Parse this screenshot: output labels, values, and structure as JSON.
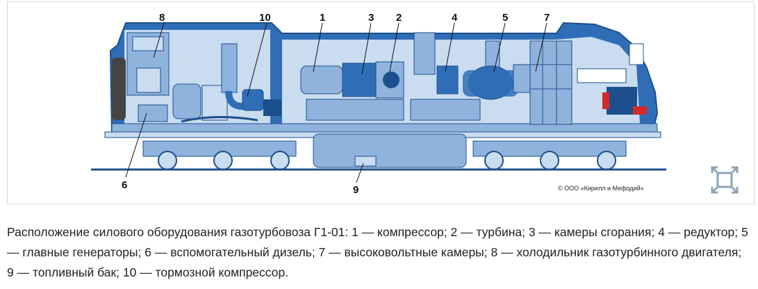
{
  "figure": {
    "callouts": [
      "8",
      "10",
      "1",
      "3",
      "2",
      "4",
      "5",
      "7",
      "6",
      "9"
    ],
    "copyright": "© ООО «Кирилл и Мефодий»",
    "expand_icon": "expand-icon"
  },
  "caption": "Расположение силового оборудования газотурбовоза Г1-01: 1 — компрессор; 2 — турбина; 3 — камеры сгорания; 4 — редуктор; 5 — главные генераторы; 6 — вспомогательный дизель; 7 — высоковольтные камеры; 8 — холодильник газотурбинного двигателя; 9 — топливный бак; 10 — тормозной компрессор.",
  "colors": {
    "body_blue": "#2f6eb7",
    "light_blue": "#c9dcf0",
    "mid_blue": "#8fb3dd",
    "dark_blue": "#1d4f8c",
    "red": "#d22a2a",
    "icon": "#8aa4b8"
  }
}
